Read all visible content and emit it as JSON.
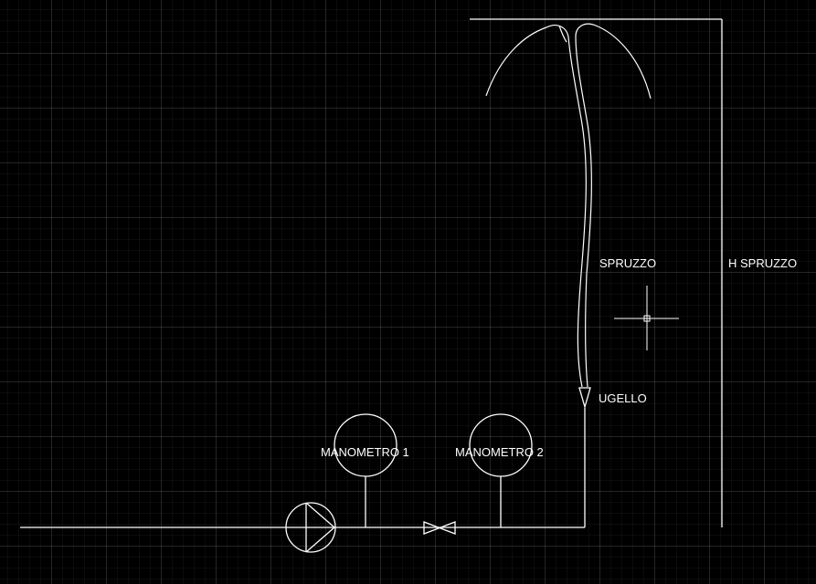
{
  "drawing": {
    "labels": {
      "manometer_1": "MANOMETRO 1",
      "manometer_2": "MANOMETRO 2",
      "spray": "SPRUZZO",
      "spray_height": "H SPRUZZO",
      "nozzle": "UGELLO"
    },
    "colors": {
      "background": "#000000",
      "lines": "#ffffff"
    },
    "icons": [
      "pump-icon",
      "valve-icon",
      "crosshair-cursor-icon"
    ]
  }
}
